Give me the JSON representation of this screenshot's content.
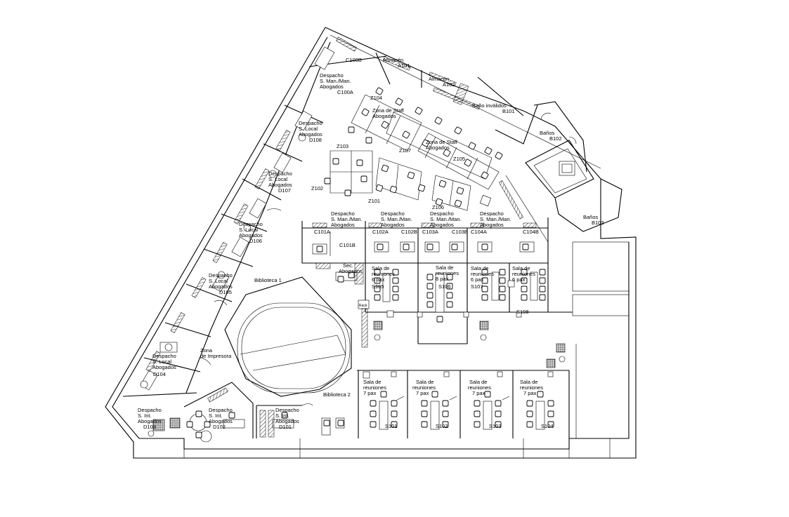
{
  "labels": {
    "c100b": "C100B",
    "despacho_c100a": [
      "Despacho",
      "S. Man./Man.",
      "Abogados",
      "C100A"
    ],
    "almacen_a101": [
      "Almacén",
      "A101"
    ],
    "almacen_a102": [
      "Almacén",
      "A102"
    ],
    "bano_b101": [
      "Baño inválidos",
      "B101"
    ],
    "banos_b102": [
      "Baños",
      "B102"
    ],
    "banos_b103": [
      "Baños",
      "B103"
    ],
    "despacho_d108": [
      "Despacho",
      "S. Local",
      "Abogados",
      "D108"
    ],
    "despacho_d107": [
      "Despacho",
      "S. Local",
      "Abogados",
      "D107"
    ],
    "despacho_d106": [
      "Despacho",
      "S. Local",
      "Abogados",
      "D106"
    ],
    "despacho_d105": [
      "Despacho",
      "S. Local",
      "Abogados",
      "D105"
    ],
    "despacho_d104": [
      "Despacho",
      "S. Local",
      "Abogados",
      "D104"
    ],
    "despacho_d103": [
      "Despacho",
      "S. Int.",
      "Abogados",
      "D103"
    ],
    "despacho_d102": [
      "Despacho",
      "S. Int.",
      "Abogados",
      "D102"
    ],
    "despacho_d101": [
      "Despacho",
      "S. Int.",
      "Abogados",
      "D101"
    ],
    "z104": "Z104",
    "zona_staff_1": [
      "Zona de Staff",
      "Abogados"
    ],
    "zona_staff_2": [
      "Zona de Staff",
      "Abogados"
    ],
    "z103": "Z103",
    "z107": "Z107",
    "z105": "Z105",
    "z102": "Z102",
    "z101": "Z101",
    "z106": "Z106",
    "despacho_c101": [
      "Despacho",
      "S. Man./Man.",
      "Abogados"
    ],
    "despacho_c102": [
      "Despacho",
      "S. Man./Man.",
      "Abogados"
    ],
    "despacho_c103": [
      "Despacho",
      "S. Man./Man.",
      "Abogados"
    ],
    "despacho_c104": [
      "Despacho",
      "S. Man./Man.",
      "Abogados"
    ],
    "c101a": "C101A",
    "c101b": "C101B",
    "c102a": "C102A",
    "c102b": "C102B",
    "c103a": "C103A",
    "c103b": "C103B",
    "c104a": "C104A",
    "c104b": "C104B",
    "sec_abogados": [
      "Sec.",
      "Abogados"
    ],
    "sala_s105": [
      "Sala de",
      "reuniones",
      "6 pax",
      "S105"
    ],
    "sala_s106": [
      "Sala de",
      "reuniones",
      "8 pax",
      "S106"
    ],
    "sala_s107": [
      "Sala de",
      "reuniones",
      "6 pax",
      "S107"
    ],
    "sala_s108": [
      "Sala de",
      "reuniones",
      "6 pax",
      "S108"
    ],
    "biblioteca_1": "Biblioteca 1",
    "biblioteca_2": "Biblioteca 2",
    "zona_impresora": [
      "Zona",
      "de Impresora"
    ],
    "rack": "Rack",
    "sala_s101": [
      "Sala de",
      "reuniones",
      "7 pax",
      "S101"
    ],
    "sala_s102": [
      "Sala de",
      "reuniones",
      "7 pax",
      "S102"
    ],
    "sala_s103": [
      "Sala de",
      "reuniones",
      "7 pax",
      "S103"
    ],
    "sala_s104": [
      "Sala de",
      "reuniones",
      "7 pax",
      "S104"
    ]
  }
}
